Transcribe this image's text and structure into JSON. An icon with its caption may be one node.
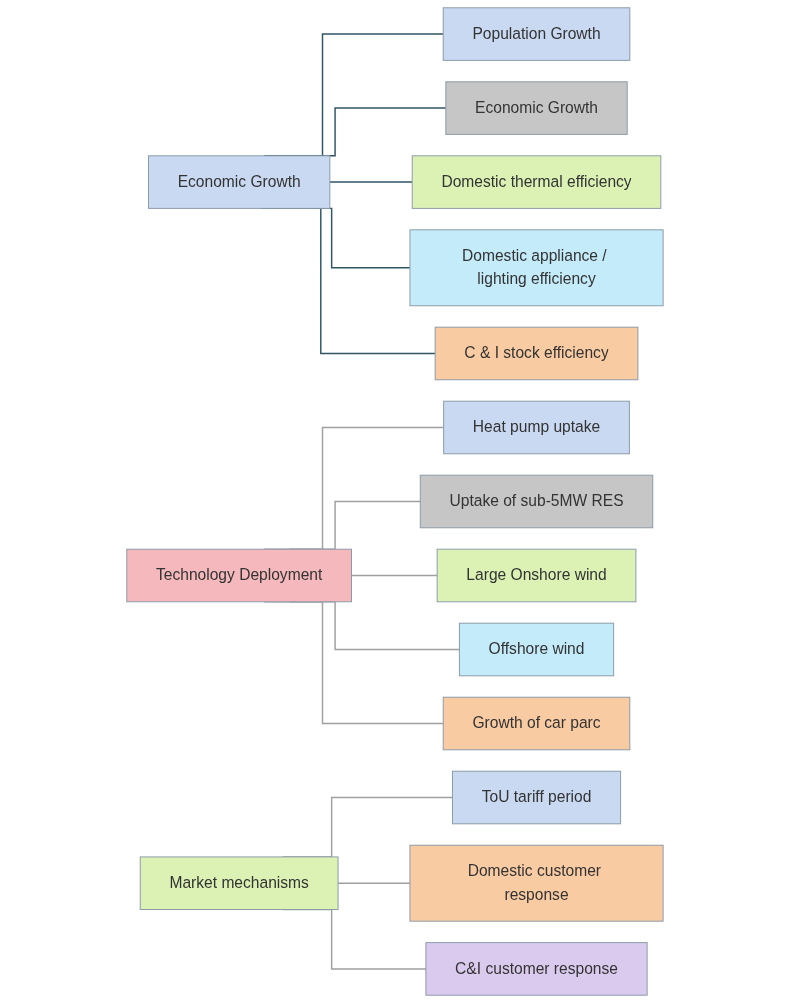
{
  "diagram": {
    "nodes": [
      {
        "text": [
          "Economic Growth"
        ]
      },
      {
        "text": [
          "Population Growth"
        ]
      },
      {
        "text": [
          "Economic Growth"
        ]
      },
      {
        "text": [
          "Domestic thermal efficiency"
        ]
      },
      {
        "text": [
          "Domestic appliance / lighting efficiency"
        ]
      },
      {
        "text": [
          "C & I stock efficiency"
        ]
      },
      {
        "text": [
          "Technology Deployment"
        ]
      },
      {
        "text": [
          "Heat pump uptake"
        ]
      },
      {
        "text": [
          "Uptake of sub-5MW RES"
        ]
      },
      {
        "text": [
          "Large Onshore wind"
        ]
      },
      {
        "text": [
          "Offshore wind"
        ]
      },
      {
        "text": [
          "Growth of car parc"
        ]
      },
      {
        "text": [
          "Market mechanisms"
        ]
      },
      {
        "text": [
          "ToU tariff period"
        ]
      },
      {
        "text": [
          "Domestic customer response"
        ]
      },
      {
        "text": [
          "C&I customer response"
        ]
      }
    ],
    "edges": [
      {
        "from": 0,
        "to": 1,
        "arrow": "none",
        "color": "#2f5565"
      },
      {
        "from": 0,
        "to": 2,
        "arrow": "none",
        "color": "#2f5565"
      },
      {
        "from": 0,
        "to": 3,
        "arrow": "none",
        "color": "#2f5565"
      },
      {
        "from": 0,
        "to": 4,
        "arrow": "none",
        "color": "#2f5565"
      },
      {
        "from": 0,
        "to": 5,
        "arrow": "none",
        "color": "#2f5565"
      },
      {
        "from": 6,
        "to": 7,
        "arrow": "none"
      },
      {
        "from": 6,
        "to": 8,
        "arrow": "none"
      },
      {
        "from": 6,
        "to": 9,
        "arrow": "none"
      },
      {
        "from": 6,
        "to": 10,
        "arrow": "none"
      },
      {
        "from": 6,
        "to": 11,
        "arrow": "none"
      },
      {
        "from": 12,
        "to": 13,
        "arrow": "none"
      },
      {
        "from": 12,
        "to": 14,
        "arrow": "none"
      },
      {
        "from": 12,
        "to": 15,
        "arrow": "none"
      }
    ]
  }
}
